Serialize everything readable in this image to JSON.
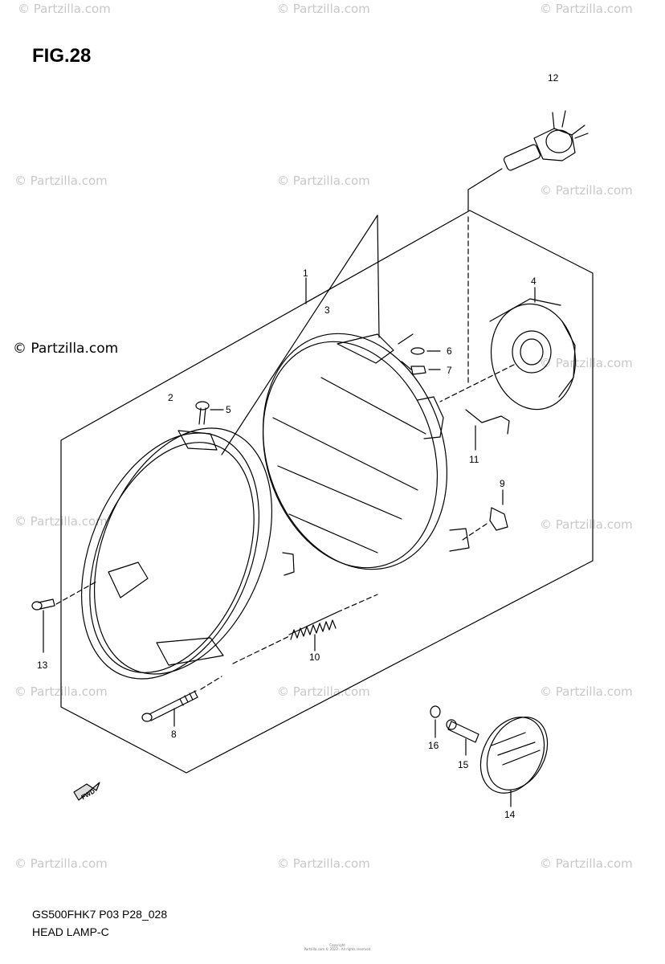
{
  "figure": {
    "title": "FIG.28",
    "model_code": "GS500FHK7 P03 P28_028",
    "caption": "HEAD LAMP-C"
  },
  "copyright_notice": "© Partzilla.com",
  "watermark_text": "© Partzilla.com",
  "fine_print": [
    "Copyright",
    "Partzilla.com © 2022 - All rights reserved"
  ],
  "fwd_label": "FWD",
  "callouts": {
    "c1": "1",
    "c2": "2",
    "c3": "3",
    "c4": "4",
    "c5": "5",
    "c6": "6",
    "c7": "7",
    "c8": "8",
    "c9": "9",
    "c10": "10",
    "c11": "11",
    "c12": "12",
    "c13": "13",
    "c14": "14",
    "c15": "15",
    "c16": "16"
  },
  "colors": {
    "ink": "#000000",
    "watermark": "#c8c8c8",
    "background": "#ffffff"
  }
}
